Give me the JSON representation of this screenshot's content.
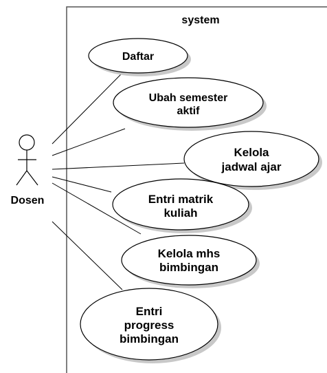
{
  "system": {
    "label": "system"
  },
  "actor": {
    "name": "Dosen"
  },
  "use_cases": [
    {
      "id": "daftar",
      "lines": [
        "Daftar"
      ]
    },
    {
      "id": "ubah-semester-aktif",
      "lines": [
        "Ubah semester",
        "aktif"
      ]
    },
    {
      "id": "kelola-jadwal-ajar",
      "lines": [
        "Kelola",
        "jadwal ajar"
      ]
    },
    {
      "id": "entri-matrik-kuliah",
      "lines": [
        "Entri matrik",
        "kuliah"
      ]
    },
    {
      "id": "kelola-mhs-bimbingan",
      "lines": [
        "Kelola mhs",
        "bimbingan"
      ]
    },
    {
      "id": "entri-progress-bimbingan",
      "lines": [
        "Entri",
        "progress",
        "bimbingan"
      ]
    }
  ]
}
